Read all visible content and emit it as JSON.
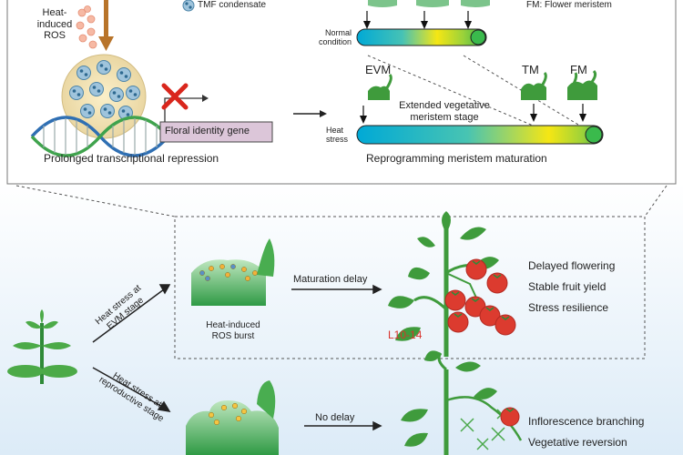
{
  "top_panel": {
    "heat_ros_label": "Heat-\ninduced\nROS",
    "tmf_label": "TMF condensate",
    "gene_label": "Floral identity gene",
    "repression_caption": "Prolonged transcriptional repression",
    "fm_legend": "FM: Flower meristem",
    "normal_label": "Normal\ncondition",
    "evm_label": "EVM",
    "tm_label": "TM",
    "fm_label": "FM",
    "extended_label": "Extended vegetative\nmeristem stage",
    "heat_stress_label": "Heat\nstress",
    "maturation_caption": "Reprogramming meristem maturation"
  },
  "bottom_panel": {
    "branch1_label": "Heat stress at\nEVM stage",
    "branch2_label": "Heat stress at\nreproductive stage",
    "ros_burst_label": "Heat-induced\nROS burst",
    "maturation_delay_label": "Maturation delay",
    "no_delay_label": "No delay",
    "line_label": "L10-14",
    "outcomes_upper": [
      "Delayed flowering",
      "Stable fruit yield",
      "Stress resilience"
    ],
    "outcomes_lower": [
      "Inflorescence branching",
      "Vegetative reversion"
    ]
  },
  "colors": {
    "tomato_red": "#dc3b2f",
    "plant_green": "#3f9b3c",
    "line_label_red": "#d8322b",
    "gradient_start": "#00a9d6",
    "gradient_mid": "#f5e614",
    "gradient_end": "#32b44a"
  }
}
